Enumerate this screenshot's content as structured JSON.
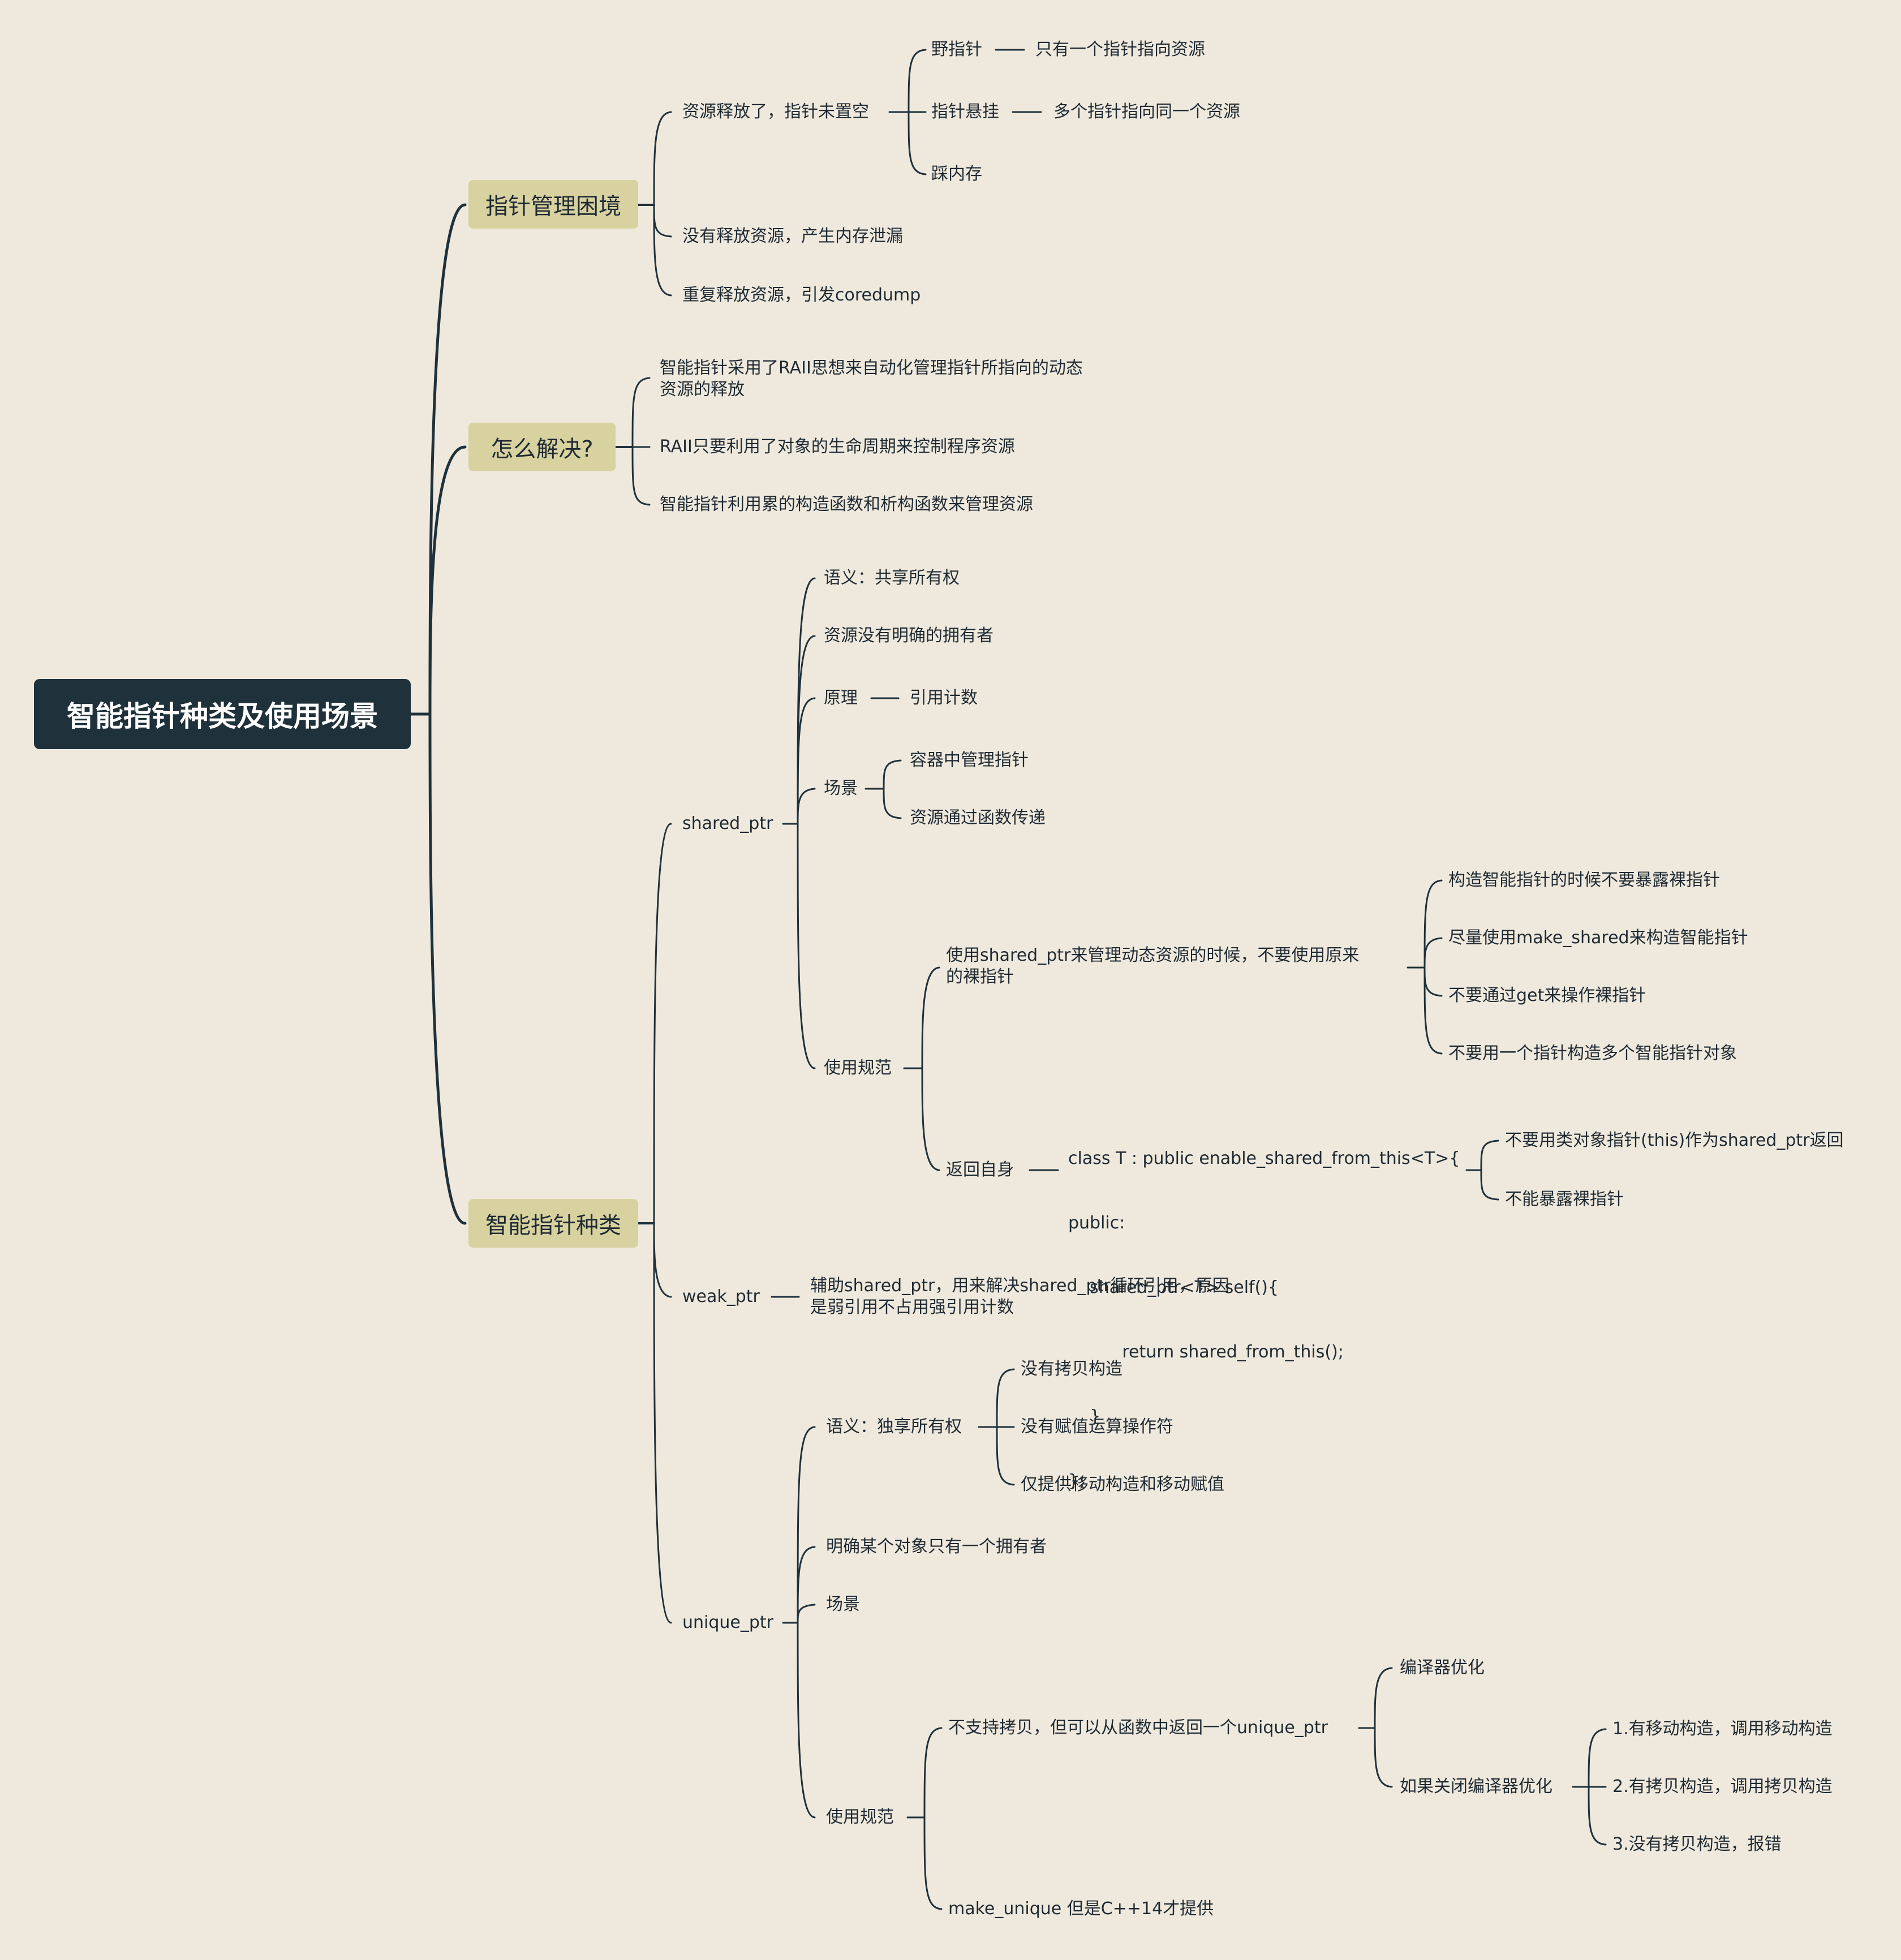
{
  "root": "智能指针种类及使用场景",
  "categories": {
    "dilemma": "指针管理困境",
    "solution": "怎么解决?",
    "kinds": "智能指针种类"
  },
  "dilemma": {
    "release_not_null": "资源释放了，指针未置空",
    "wild_pointer": "野指针",
    "wild_pointer_desc": "只有一个指针指向资源",
    "dangling": "指针悬挂",
    "dangling_desc": "多个指针指向同一个资源",
    "stomp": "踩内存",
    "leak": "没有释放资源，产生内存泄漏",
    "double_free": "重复释放资源，引发coredump"
  },
  "solution": {
    "raii_line1": "智能指针采用了RAII思想来自动化管理指针所指向的动态",
    "raii_line2": "资源的释放",
    "raii_lifetime": "RAII只要利用了对象的生命周期来控制程序资源",
    "ctor_dtor": "智能指针利用累的构造函数和析构函数来管理资源"
  },
  "shared": {
    "name": "shared_ptr",
    "semantics": "语义：共享所有权",
    "no_owner": "资源没有明确的拥有者",
    "principle": "原理",
    "refcount": "引用计数",
    "scenario": "场景",
    "container": "容器中管理指针",
    "func_pass": "资源通过函数传递",
    "usage": "使用规范",
    "no_raw_line1": "使用shared_ptr来管理动态资源的时候，不要使用原来",
    "no_raw_line2": "的裸指针",
    "rule1": "构造智能指针的时候不要暴露裸指针",
    "rule2": "尽量使用make_shared来构造智能指针",
    "rule3": "不要通过get来操作裸指针",
    "rule4": "不要用一个指针构造多个智能指针对象",
    "return_self": "返回自身",
    "code": [
      "class T : public enable_shared_from_this<T>{",
      "public:",
      "    shared_ptr<T> self(){",
      "          return shared_from_this();",
      "    }",
      "};"
    ],
    "rule_this": "不要用类对象指针(this)作为shared_ptr返回",
    "rule_no_raw": "不能暴露裸指针"
  },
  "weak": {
    "name": "weak_ptr",
    "desc_line1": "辅助shared_ptr，用来解决shared_ptr循环引用，原因",
    "desc_line2": "是弱引用不占用强引用计数"
  },
  "unique": {
    "name": "unique_ptr",
    "semantics": "语义：独享所有权",
    "no_copy": "没有拷贝构造",
    "no_assign": "没有赋值运算操作符",
    "move_only": "仅提供移动构造和移动赋值",
    "single_owner": "明确某个对象只有一个拥有者",
    "scenario": "场景",
    "usage": "使用规范",
    "no_copy_return": "不支持拷贝，但可以从函数中返回一个unique_ptr",
    "compiler_opt": "编译器优化",
    "opt_off": "如果关闭编译器优化",
    "opt1": "1.有移动构造，调用移动构造",
    "opt2": "2.有拷贝构造，调用拷贝构造",
    "opt3": "3.没有拷贝构造，报错",
    "make_unique": "make_unique 但是C++14才提供"
  }
}
